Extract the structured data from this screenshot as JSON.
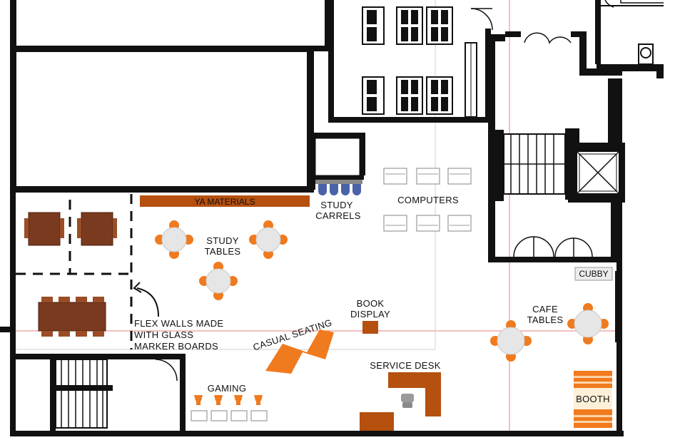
{
  "labels": {
    "ya_materials": "YA MATERIALS",
    "study_carrels_1": "STUDY",
    "study_carrels_2": "CARRELS",
    "computers": "COMPUTERS",
    "study_tables_1": "STUDY",
    "study_tables_2": "TABLES",
    "cubby": "CUBBY",
    "flex_walls_1": "FLEX WALLS MADE",
    "flex_walls_2": "WITH GLASS",
    "flex_walls_3": "MARKER BOARDS",
    "book_display_1": "BOOK",
    "book_display_2": "DISPLAY",
    "casual_seating": "CASUAL SEATING",
    "cafe_tables_1": "CAFE",
    "cafe_tables_2": "TABLES",
    "service_desk": "SERVICE DESK",
    "gaming": "GAMING",
    "booth": "BOOTH"
  },
  "colors": {
    "accent_orange": "#f07a1e",
    "wood_brown": "#7a3a1f",
    "ya_shelf": "#b5500f",
    "guide_red": "#e88080",
    "carrel_blue": "#4a63a8"
  }
}
